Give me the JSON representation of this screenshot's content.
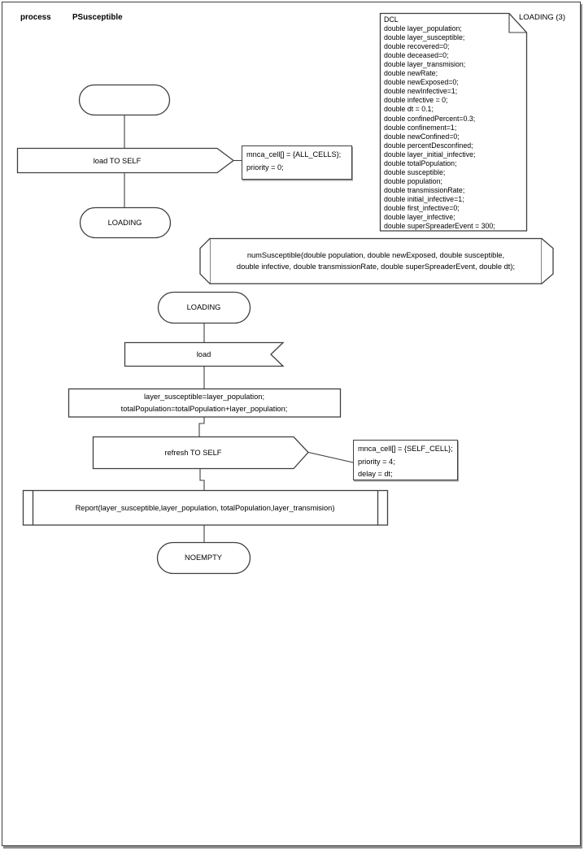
{
  "header": {
    "kind": "process",
    "name": "PSusceptible",
    "page_label": "LOADING (3)"
  },
  "dcl_note": {
    "text": "DCL\ndouble layer_population;\ndouble layer_susceptible;\ndouble recovered=0;\ndouble deceased=0;\ndouble layer_transmision;\ndouble newRate;\ndouble newExposed=0;\ndouble newInfective=1;\ndouble infective = 0;\ndouble dt = 0.1;\ndouble confinedPercent=0.3;\ndouble confinement=1;\ndouble newConfined=0;\ndouble percentDesconfined;\ndouble layer_initial_infective;\ndouble totalPopulation;\ndouble susceptible;\ndouble population;\ndouble transmissionRate;\ndouble initial_infective=1;\ndouble first_infective=0;\ndouble layer_infective;\ndouble superSpreaderEvent = 300;"
  },
  "procedure_decl": {
    "text": "numSusceptible(double population, double newExposed, double susceptible,\ndouble infective, double transmissionRate, double superSpreaderEvent, double dt);"
  },
  "flow_init": {
    "output_load": "load TO SELF",
    "comment": "mnca_cell[] = {ALL_CELLS};\npriority = 0;",
    "next_state": "LOADING"
  },
  "flow_loading": {
    "state": "LOADING",
    "input": "load",
    "task": "layer_susceptible=layer_population;\ntotalPopulation=totalPopulation+layer_population;",
    "output_refresh": "refresh TO SELF",
    "comment": "mnca_cell[] = {SELF_CELL};\npriority = 4;\ndelay = dt;",
    "procedure_call": "Report(layer_susceptible,layer_population, totalPopulation,layer_transmision)",
    "next_state": "NOEMPTY"
  },
  "colors": {
    "stroke": "#3f3f3f",
    "text": "#000000",
    "background": "#ffffff"
  }
}
